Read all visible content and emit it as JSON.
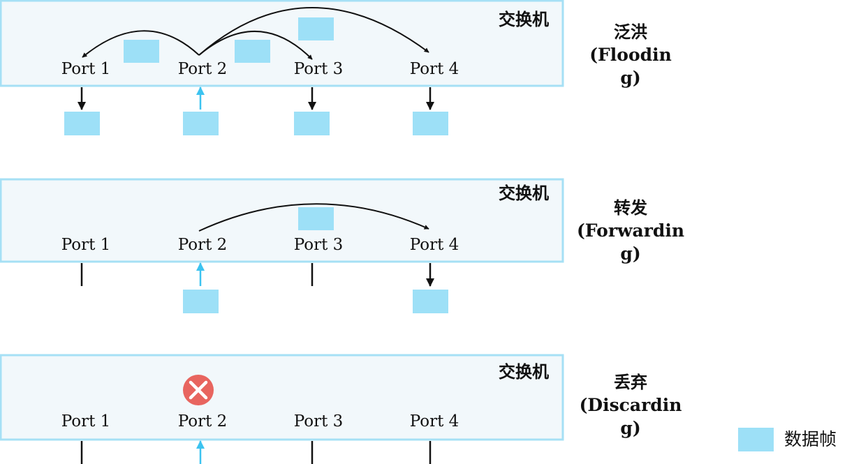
{
  "colors": {
    "frame": "#9de0f7",
    "switch_border": "#a6e0f5",
    "switch_fill": "#f2f8fb",
    "incoming_arrow": "#3cc3f0",
    "outgoing_arrow": "#111111",
    "discard_icon": "#e8655f"
  },
  "ports": [
    "Port 1",
    "Port 2",
    "Port 3",
    "Port 4"
  ],
  "panels": [
    {
      "switch_label": "交换机",
      "mode_zh": "泛洪",
      "mode_en_line1": "(Floodin",
      "mode_en_line2": "g)",
      "ingress_port": "Port 2",
      "egress_ports": [
        "Port 1",
        "Port 3",
        "Port 4"
      ]
    },
    {
      "switch_label": "交换机",
      "mode_zh": "转发",
      "mode_en_line1": "(Forwardin",
      "mode_en_line2": "g)",
      "ingress_port": "Port 2",
      "egress_ports": [
        "Port 4"
      ]
    },
    {
      "switch_label": "交换机",
      "mode_zh": "丢弃",
      "mode_en_line1": "(Discardin",
      "mode_en_line2": "g)",
      "ingress_port": "Port 2",
      "egress_ports": [],
      "discard_icon": "close-circle-icon"
    }
  ],
  "legend": {
    "label": "数据帧",
    "icon": "frame-swatch"
  }
}
